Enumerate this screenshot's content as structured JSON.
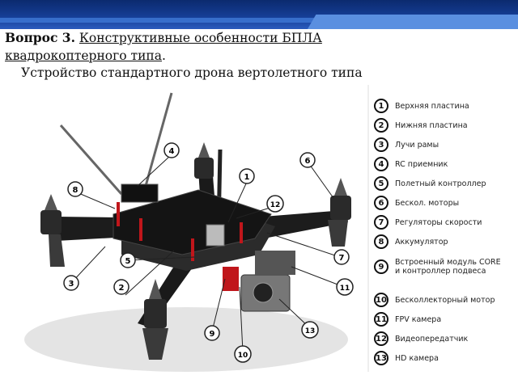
{
  "slide": {
    "question_prefix": "Вопрос 3.",
    "question_title_line1": "Конструктивные особенности БПЛА",
    "question_title_line2": "квадрокоптерного типа",
    "question_suffix": ".",
    "subtitle": "Устройство стандартного дрона вертолетного типа"
  },
  "legend": [
    {
      "n": "1",
      "label": "Верхняя пластина"
    },
    {
      "n": "2",
      "label": "Нижняя пластина"
    },
    {
      "n": "3",
      "label": "Лучи рамы"
    },
    {
      "n": "4",
      "label": "RC приемник"
    },
    {
      "n": "5",
      "label": "Полетный контроллер"
    },
    {
      "n": "6",
      "label": "Бескол. моторы"
    },
    {
      "n": "7",
      "label": "Регуляторы скорости"
    },
    {
      "n": "8",
      "label": "Аккумулятор"
    },
    {
      "n": "9",
      "label": "Встроенный модуль CORE",
      "label2": "и контроллер подвеса"
    },
    {
      "n": "10",
      "label": "Бесколлекторный мотор"
    },
    {
      "n": "11",
      "label": "FPV камера"
    },
    {
      "n": "12",
      "label": "Видеопередатчик"
    },
    {
      "n": "13",
      "label": "HD камера"
    }
  ],
  "callouts": [
    "1",
    "2",
    "3",
    "4",
    "5",
    "6",
    "7",
    "8",
    "9",
    "10",
    "11",
    "12",
    "13"
  ],
  "colors": {
    "header": "#163f98",
    "frame": "#1a1a1a",
    "accent_red": "#c0161b"
  }
}
